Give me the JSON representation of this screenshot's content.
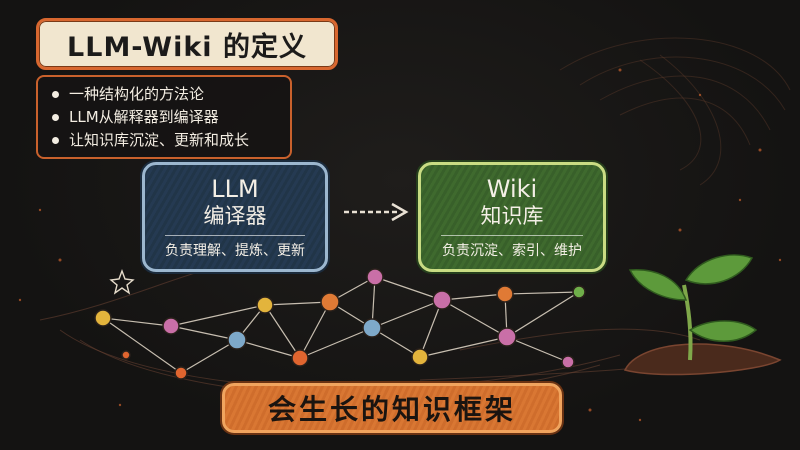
{
  "title": "LLM-Wiki 的定义",
  "bullets": [
    "一种结构化的方法论",
    "LLM从解释器到编译器",
    "让知识库沉淀、更新和成长"
  ],
  "llm_box": {
    "line1": "LLM",
    "line2": "编译器",
    "caption": "负责理解、提炼、更新"
  },
  "wiki_box": {
    "line1": "Wiki",
    "line2": "知识库",
    "caption": "负责沉淀、索引、维护"
  },
  "bottom_label": "会生长的知识框架",
  "colors": {
    "accent_orange": "#d8672f",
    "llm_blue": "#253a52",
    "wiki_green": "#3f6a2e",
    "title_bg": "#f1e6cf"
  },
  "icons": [
    "star-icon",
    "sprout-icon",
    "arrow-icon",
    "knowledge-network-icon"
  ]
}
